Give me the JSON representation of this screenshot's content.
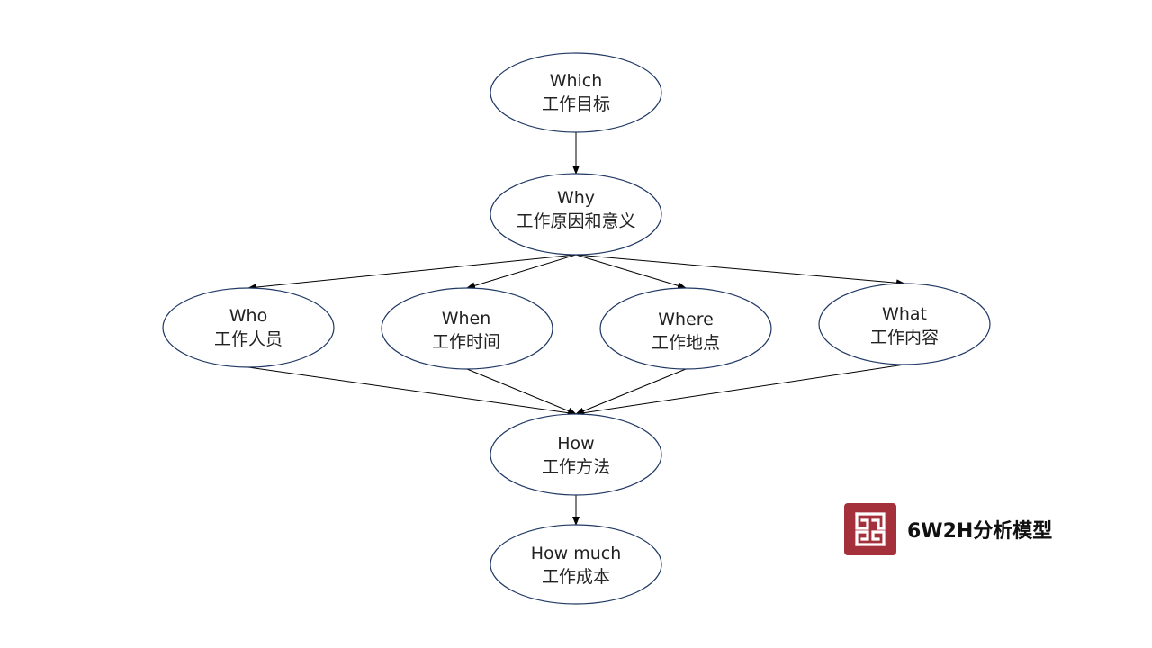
{
  "nodes": {
    "which": {
      "en": "Which",
      "zh": "工作目标"
    },
    "why": {
      "en": "Why",
      "zh": "工作原因和意义"
    },
    "who": {
      "en": "Who",
      "zh": "工作人员"
    },
    "when": {
      "en": "When",
      "zh": "工作时间"
    },
    "where": {
      "en": "Where",
      "zh": "工作地点"
    },
    "what": {
      "en": "What",
      "zh": "工作内容"
    },
    "how": {
      "en": "How",
      "zh": "工作方法"
    },
    "how_much": {
      "en": "How much",
      "zh": "工作成本"
    }
  },
  "edges": [
    [
      "which",
      "why"
    ],
    [
      "why",
      "who"
    ],
    [
      "why",
      "when"
    ],
    [
      "why",
      "where"
    ],
    [
      "why",
      "what"
    ],
    [
      "who",
      "how"
    ],
    [
      "when",
      "how"
    ],
    [
      "where",
      "how"
    ],
    [
      "what",
      "how"
    ],
    [
      "how",
      "how_much"
    ]
  ],
  "brand": {
    "title": "6W2H分析模型",
    "logo_icon": "fret-pattern-icon",
    "logo_color": "#a3303a"
  },
  "colors": {
    "node_border": "#1f3864",
    "arrow": "#000000"
  }
}
